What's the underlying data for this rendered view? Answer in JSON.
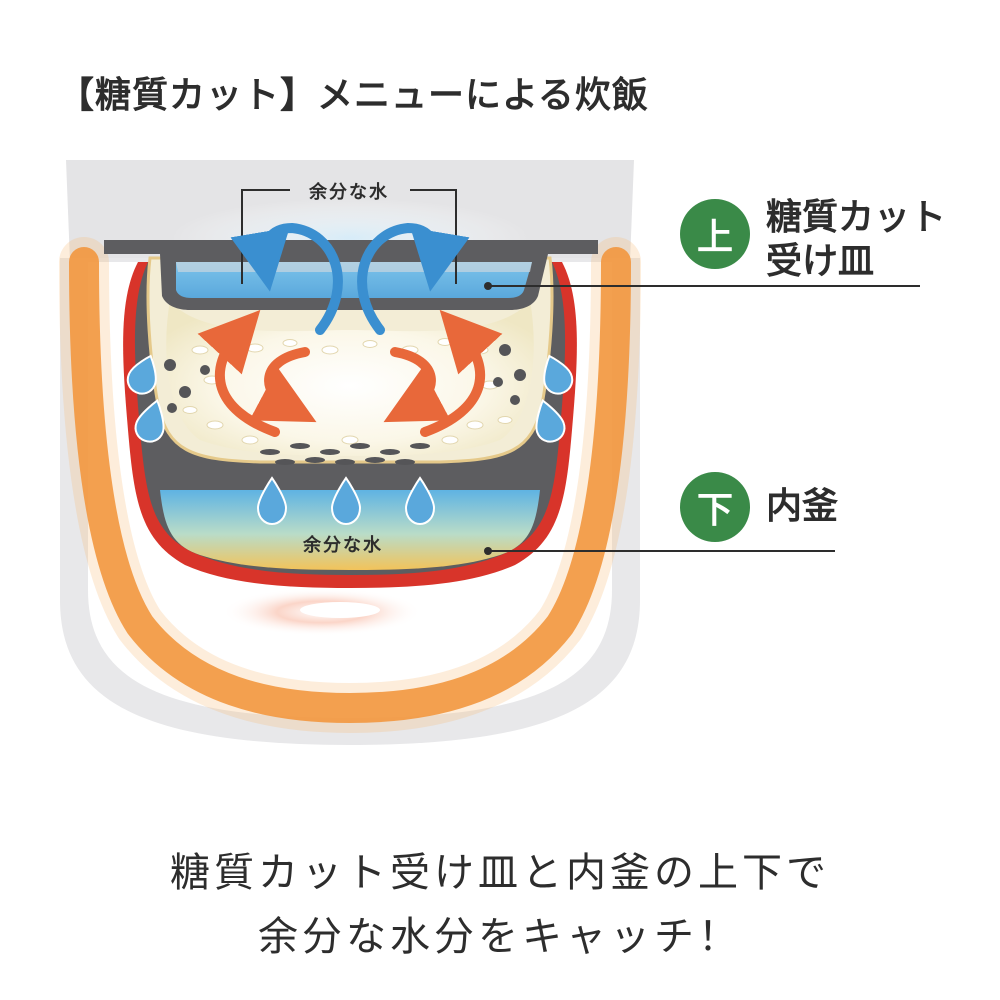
{
  "title": "【糖質カット】メニューによる炊飯",
  "labels": {
    "top_badge": "上",
    "top_line1": "糖質カット",
    "top_line2": "受け皿",
    "bottom_badge": "下",
    "bottom_text": "内釜"
  },
  "diagram_text": {
    "excess_water_top": "余分な水",
    "excess_water_bottom": "余分な水"
  },
  "footer": {
    "line1": "糖質カット受け皿と内釜の上下で",
    "line2": "余分な水分をキャッチ！"
  },
  "colors": {
    "badge": "#3a8a48",
    "heater_orange": "#f08a2a",
    "inner_pot_red": "#d8342a",
    "water_blue": "#62b3e0",
    "arrow_blue": "#3a8fd0",
    "heat_arrow": "#e8683a",
    "pot_gray": "#5a5a5a"
  }
}
